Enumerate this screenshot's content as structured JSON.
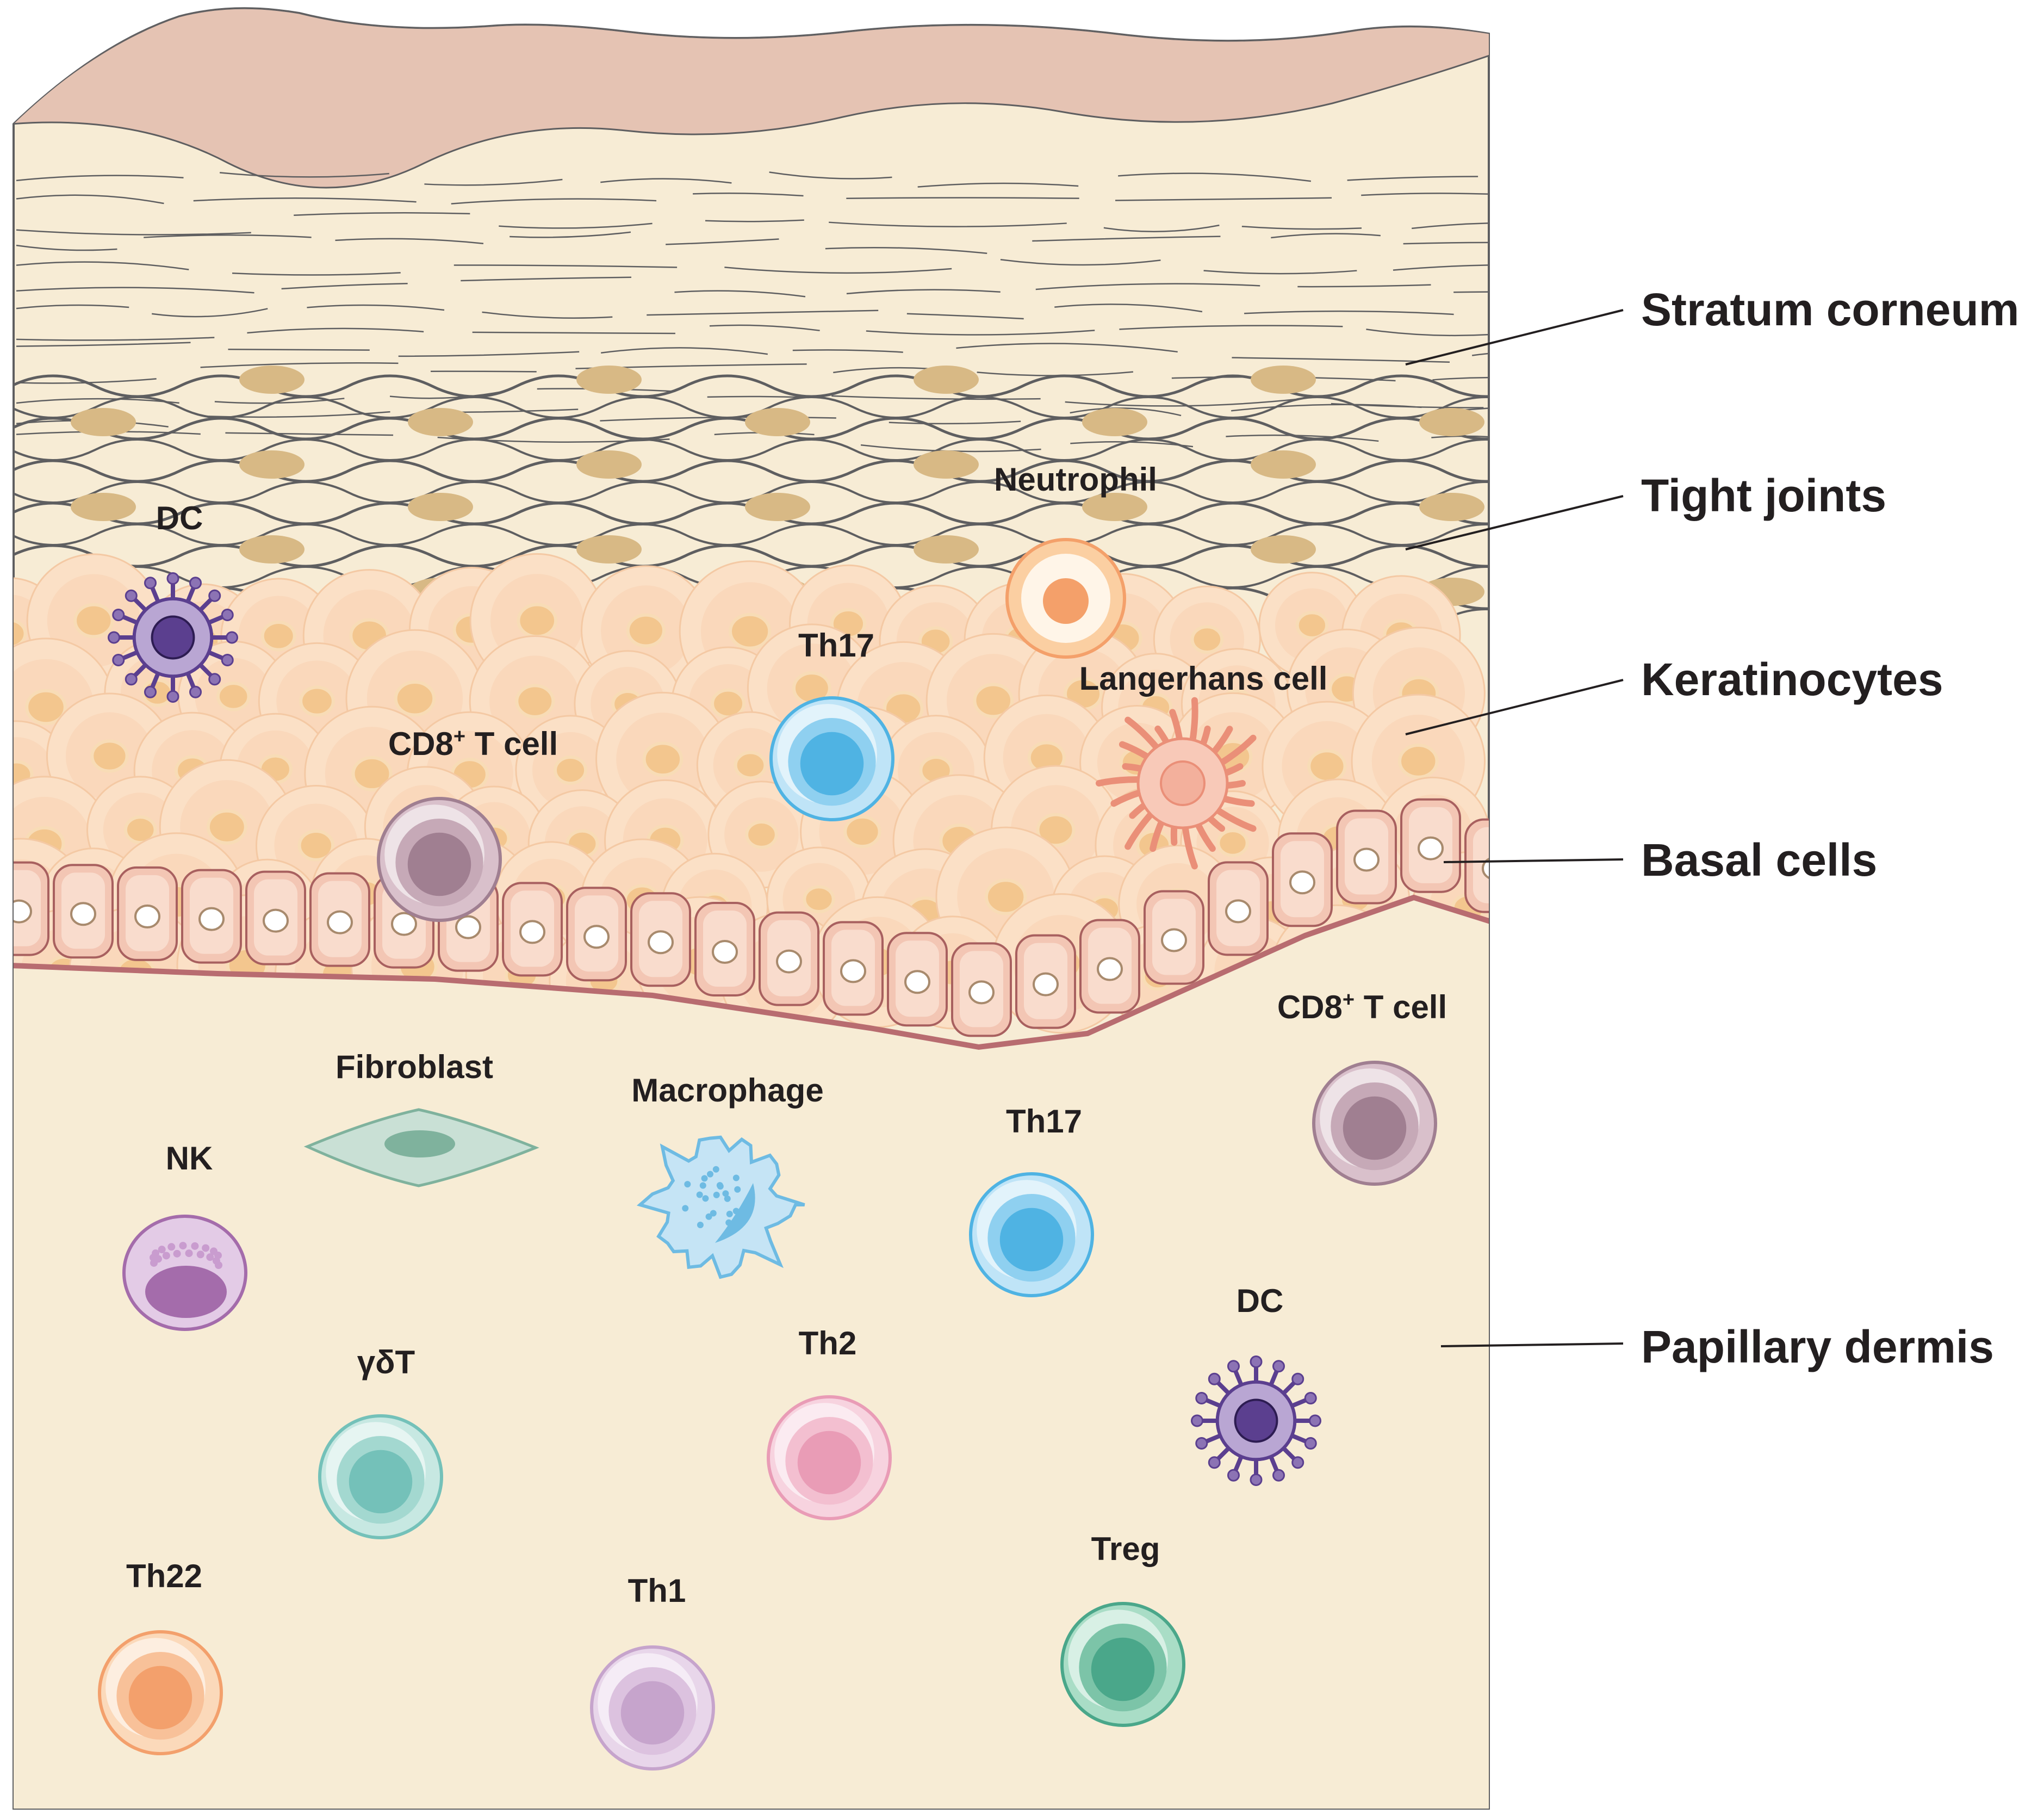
{
  "colors": {
    "stratum_top": "#e5c3b3",
    "tissue": "#f7ecd5",
    "lines": "#5e5e60",
    "nucleus_flat": "#d8b985",
    "keratinocyte": "#fad8bb",
    "basal_cell": "#f3c6b4",
    "basement": "#b86c70",
    "outline": "#555555"
  },
  "layer_labels": {
    "stratum": "Stratum corneum",
    "tight": "Tight joints",
    "keratinocytes": "Keratinocytes",
    "basal": "Basal cells",
    "papillary": "Papillary dermis"
  },
  "cell_labels": {
    "dc_epi": "DC",
    "neutrophil": "Neutrophil",
    "th17_epi": "Th17",
    "langerhans": "Langerhans cell",
    "cd8_epi": "CD8",
    "cd8_epi_sup": "+",
    "cd8_epi_rest": " T cell",
    "cd8_der": "CD8",
    "cd8_der_sup": "+",
    "cd8_der_rest": " T cell",
    "fibroblast": "Fibroblast",
    "macrophage": "Macrophage",
    "th17_der": "Th17",
    "nk": "NK",
    "dc_der": "DC",
    "gdt": "γδT",
    "th2": "Th2",
    "th22": "Th22",
    "th1": "Th1",
    "treg": "Treg"
  },
  "cell_colors": {
    "th17": [
      "#bfe4f7",
      "#4fb3e3",
      "#8fd0f0"
    ],
    "cd8": [
      "#d9c0cb",
      "#a07f91",
      "#c6a9b7"
    ],
    "gdt": [
      "#c7e8e2",
      "#74c1b9",
      "#a3d8d0"
    ],
    "th2": [
      "#f7d3df",
      "#e99cb6",
      "#f3bfd0"
    ],
    "th22": [
      "#fbd9ba",
      "#f3a06c",
      "#f8c199"
    ],
    "th1": [
      "#e8d6ea",
      "#c6a4cc",
      "#dcc2df"
    ],
    "treg": [
      "#a9ddc6",
      "#4aa78a",
      "#7cc4a8"
    ],
    "nk": [
      "#e3cbe6",
      "#a46cab",
      "#c99ccf"
    ],
    "dc": [
      "#b9a6d3",
      "#5b3f8f",
      "#8c73b4"
    ],
    "neutrophil": [
      "#fde6c8",
      "#f4a06a",
      "#fbcfa2"
    ],
    "langerhans": [
      "#f8c9b8",
      "#ea8f78",
      "#f3b09c"
    ],
    "macrophage": [
      "#c5e4f5",
      "#6ebbe3",
      "#a2d4ef"
    ],
    "fibroblast": [
      "#c9e0d5",
      "#7fb29d",
      "#a7cebe"
    ]
  }
}
